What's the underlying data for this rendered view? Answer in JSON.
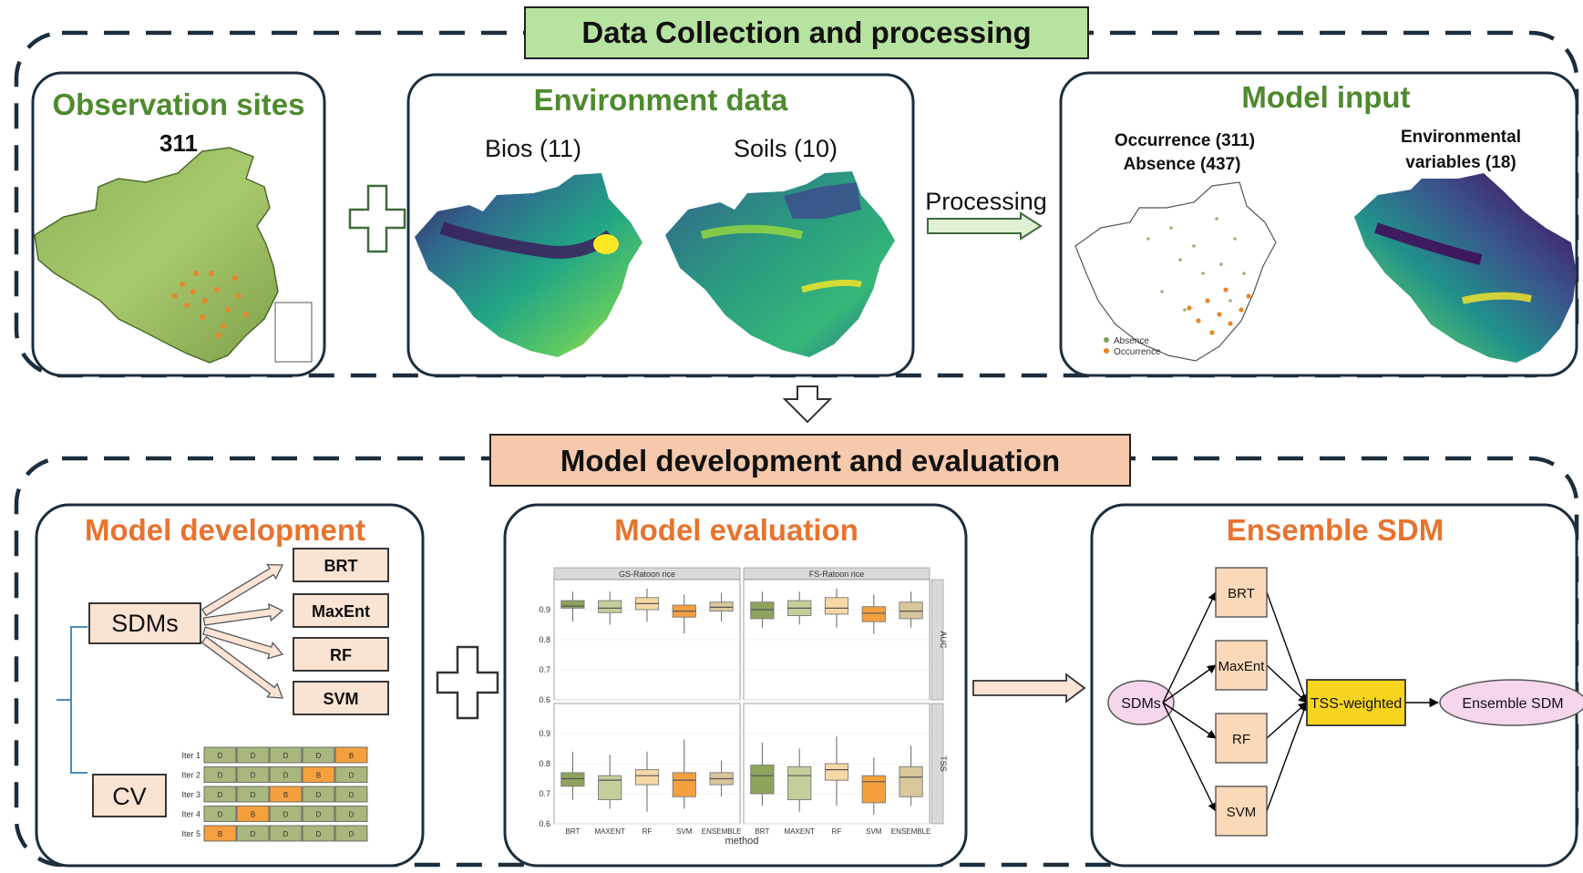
{
  "section1": {
    "title": "Data Collection and processing",
    "obs": {
      "title": "Observation sites",
      "count": "311"
    },
    "env": {
      "title": "Environment data",
      "bios": "Bios (11)",
      "soils": "Soils (10)"
    },
    "processing": "Processing",
    "model_input": {
      "title": "Model input",
      "occurrence": "Occurrence (311)",
      "absence": "Absence (437)",
      "env_vars_1": "Environmental",
      "env_vars_2": "variables (18)",
      "legend_absence": "Absence",
      "legend_occurrence": "Occurrence"
    }
  },
  "section2": {
    "title": "Model development and evaluation",
    "dev": {
      "title": "Model development",
      "sdms": "SDMs",
      "cv": "CV",
      "models": [
        "BRT",
        "MaxEnt",
        "RF",
        "SVM"
      ],
      "iters": [
        "Iter 1",
        "Iter 2",
        "Iter 3",
        "Iter 4",
        "Iter 5"
      ],
      "cell_train": "D",
      "cell_test": "B"
    },
    "eval": {
      "title": "Model evaluation"
    },
    "ensemble": {
      "title": "Ensemble SDM",
      "sdms": "SDMs",
      "models": [
        "BRT",
        "MaxEnt",
        "RF",
        "SVM"
      ],
      "weighted": "TSS-weighted",
      "output": "Ensemble SDM"
    }
  },
  "chart_data": {
    "type": "box",
    "facets_cols": [
      "GS-Ratoon rice",
      "FS-Ratoon rice"
    ],
    "facets_rows": [
      "AUC",
      "TSS"
    ],
    "categories": [
      "BRT",
      "MAXENT",
      "RF",
      "SVM",
      "ENSEMBLE"
    ],
    "xlabel": "method",
    "ylim_top": [
      0.6,
      1.0
    ],
    "ylim_bottom": [
      0.6,
      1.0
    ],
    "yticks_top": [
      0.6,
      0.7,
      0.8,
      0.9
    ],
    "yticks_bottom": [
      0.6,
      0.7,
      0.8,
      0.9
    ],
    "colors": [
      "#8fa35e",
      "#c3cf9b",
      "#f6d8a6",
      "#f4a03f",
      "#d9c79c"
    ],
    "series": [
      {
        "facet": "AUC | GS-Ratoon rice",
        "boxes": [
          {
            "min": 0.86,
            "q1": 0.905,
            "median": 0.912,
            "q3": 0.93,
            "max": 0.96
          },
          {
            "min": 0.85,
            "q1": 0.89,
            "median": 0.905,
            "q3": 0.93,
            "max": 0.96
          },
          {
            "min": 0.86,
            "q1": 0.9,
            "median": 0.92,
            "q3": 0.94,
            "max": 0.97
          },
          {
            "min": 0.82,
            "q1": 0.875,
            "median": 0.895,
            "q3": 0.915,
            "max": 0.95
          },
          {
            "min": 0.86,
            "q1": 0.895,
            "median": 0.908,
            "q3": 0.925,
            "max": 0.955
          }
        ]
      },
      {
        "facet": "AUC | FS-Ratoon rice",
        "boxes": [
          {
            "min": 0.84,
            "q1": 0.87,
            "median": 0.9,
            "q3": 0.925,
            "max": 0.96
          },
          {
            "min": 0.85,
            "q1": 0.88,
            "median": 0.905,
            "q3": 0.93,
            "max": 0.96
          },
          {
            "min": 0.84,
            "q1": 0.885,
            "median": 0.905,
            "q3": 0.94,
            "max": 0.97
          },
          {
            "min": 0.82,
            "q1": 0.86,
            "median": 0.888,
            "q3": 0.91,
            "max": 0.95
          },
          {
            "min": 0.84,
            "q1": 0.87,
            "median": 0.895,
            "q3": 0.925,
            "max": 0.96
          }
        ]
      },
      {
        "facet": "TSS | GS-Ratoon rice",
        "boxes": [
          {
            "min": 0.68,
            "q1": 0.725,
            "median": 0.75,
            "q3": 0.77,
            "max": 0.84
          },
          {
            "min": 0.65,
            "q1": 0.68,
            "median": 0.745,
            "q3": 0.76,
            "max": 0.83
          },
          {
            "min": 0.64,
            "q1": 0.73,
            "median": 0.76,
            "q3": 0.78,
            "max": 0.84
          },
          {
            "min": 0.65,
            "q1": 0.69,
            "median": 0.745,
            "q3": 0.77,
            "max": 0.88
          },
          {
            "min": 0.69,
            "q1": 0.73,
            "median": 0.75,
            "q3": 0.77,
            "max": 0.81
          }
        ]
      },
      {
        "facet": "TSS | FS-Ratoon rice",
        "boxes": [
          {
            "min": 0.66,
            "q1": 0.7,
            "median": 0.76,
            "q3": 0.795,
            "max": 0.87
          },
          {
            "min": 0.64,
            "q1": 0.68,
            "median": 0.76,
            "q3": 0.79,
            "max": 0.85
          },
          {
            "min": 0.66,
            "q1": 0.745,
            "median": 0.78,
            "q3": 0.8,
            "max": 0.89
          },
          {
            "min": 0.63,
            "q1": 0.67,
            "median": 0.74,
            "q3": 0.76,
            "max": 0.82
          },
          {
            "min": 0.66,
            "q1": 0.69,
            "median": 0.755,
            "q3": 0.79,
            "max": 0.86
          }
        ]
      }
    ]
  }
}
